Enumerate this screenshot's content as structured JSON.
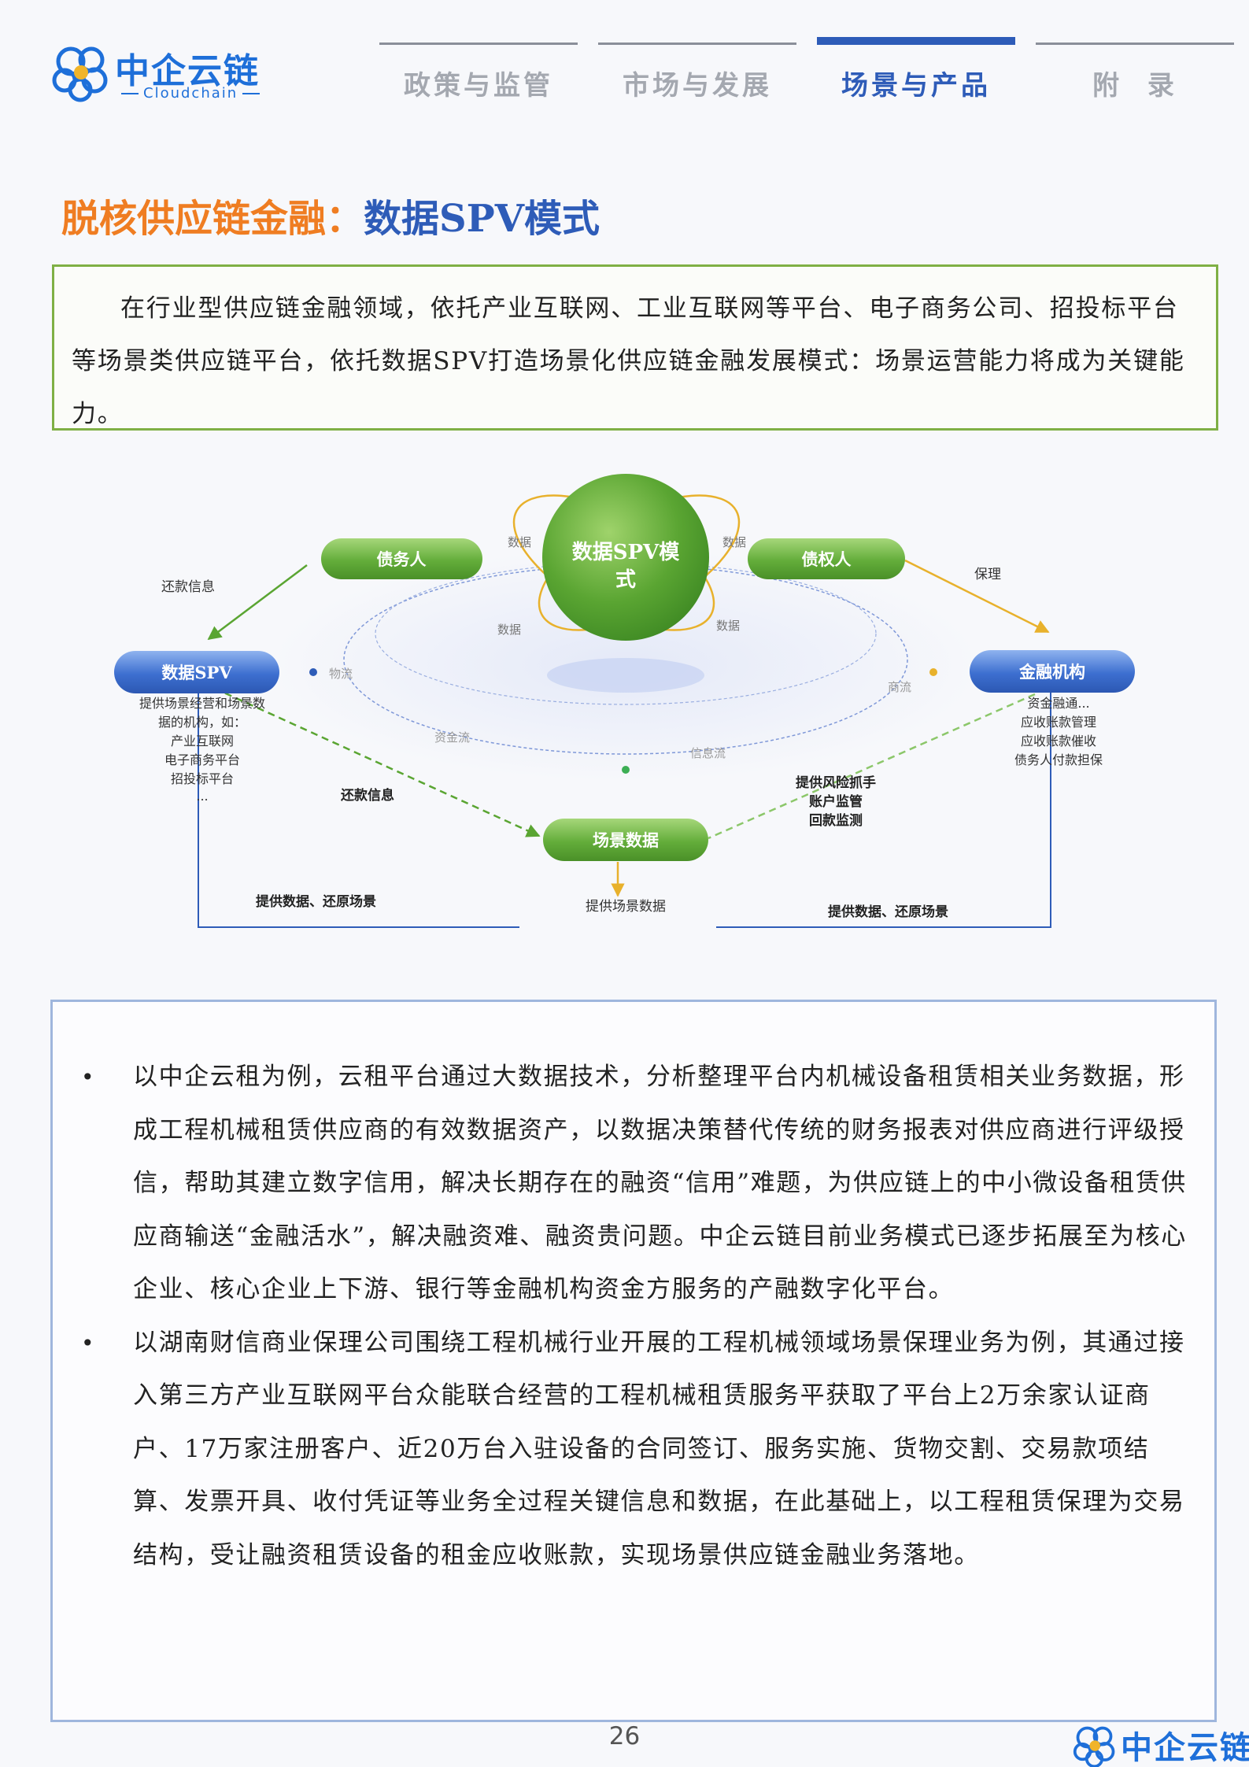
{
  "header": {
    "logo_cn": "中企云链",
    "logo_en": "Cloudchain",
    "tabs": [
      {
        "label": "政策与监管",
        "active": false
      },
      {
        "label": "市场与发展",
        "active": false
      },
      {
        "label": "场景与产品",
        "active": true
      },
      {
        "label": "附  录",
        "active": false
      }
    ]
  },
  "title": {
    "part1": "脱核供应链金融：",
    "part2": "数据SPV模式"
  },
  "intro": "在行业型供应链金融领域，依托产业互联网、工业互联网等平台、电子商务公司、招投标平台等场景类供应链平台，依托数据SPV打造场景化供应链金融发展模式：场景运营能力将成为关键能力。",
  "diagram": {
    "center": [
      "数据SPV模",
      "式"
    ],
    "nodes": {
      "debtor": "债务人",
      "creditor": "债权人",
      "spv": "数据SPV",
      "finance": "金融机构",
      "scene": "场景数据"
    },
    "orbit_labels": [
      "数据",
      "数据",
      "数据",
      "数据"
    ],
    "flow_labels": {
      "logistics": "物流",
      "capital": "资金流",
      "info": "信息流",
      "commerce": "商流"
    },
    "edge_labels": {
      "repay_info_top": "还款信息",
      "factoring": "保理",
      "repay_info_bottom": "还款信息",
      "scene_provide": "提供场景数据",
      "provide_left": "提供数据、还原场景",
      "provide_right": "提供数据、还原场景"
    },
    "risk_lines": [
      "提供风险抓手",
      "账户监管",
      "回款监测"
    ],
    "spv_desc": [
      "提供场景经营和场景数",
      "据的机构，如：",
      "产业互联网",
      "电子商务平台",
      "招投标平台",
      "..."
    ],
    "finance_desc": [
      "资金融通...",
      "应收账款管理",
      "应收账款催收",
      "债务人付款担保"
    ]
  },
  "bullets": [
    "以中企云租为例，云租平台通过大数据技术，分析整理平台内机械设备租赁相关业务数据，形成工程机械租赁供应商的有效数据资产，以数据决策替代传统的财务报表对供应商进行评级授信，帮助其建立数字信用，解决长期存在的融资“信用”难题，为供应链上的中小微设备租赁供应商输送“金融活水”，解决融资难、融资贵问题。中企云链目前业务模式已逐步拓展至为核心企业、核心企业上下游、银行等金融机构资金方服务的产融数字化平台。",
    "以湖南财信商业保理公司围绕工程机械行业开展的工程机械领域场景保理业务为例，其通过接入第三方产业互联网平台众能联合经营的工程机械租赁服务平获取了平台上2万余家认证商户、17万家注册客户、近20万台入驻设备的合同签订、服务实施、货物交割、交易款项结算、发票开具、收付凭证等业务全过程关键信息和数据，在此基础上，以工程租赁保理为交易结构，受让融资租赁设备的租金应收账款，实现场景供应链金融业务落地。"
  ],
  "page_number": "26",
  "colors": {
    "orange": "#ef7d22",
    "blue": "#2e5cb8",
    "green": "#7fb045",
    "gold": "#e8b12c"
  }
}
